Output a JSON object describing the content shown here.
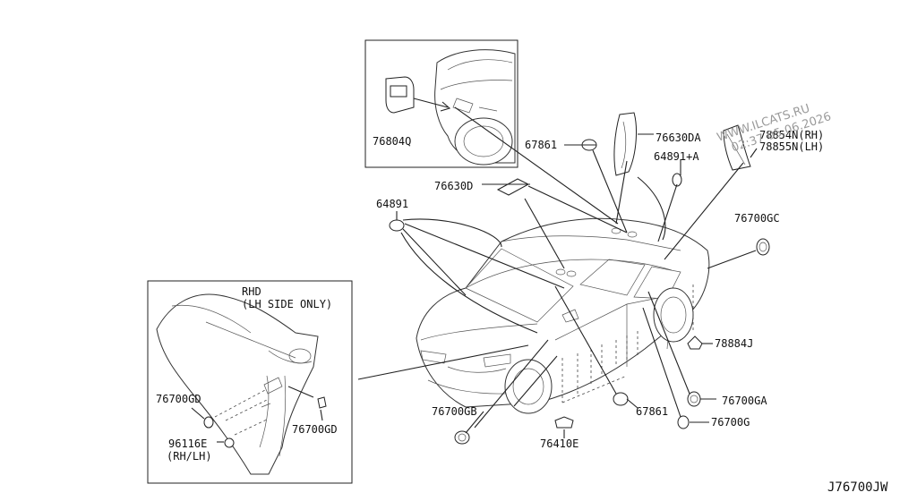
{
  "watermark": {
    "line1": "WWW.ILCATS.RU",
    "line2": "02:37 05.06.2026"
  },
  "inset_box": {
    "title_line1": "RHD",
    "title_line2": "(LH SIDE ONLY)"
  },
  "callouts": {
    "p76804Q": "76804Q",
    "p67861_top": "67861",
    "p76630DA": "76630DA",
    "p64891A": "64891+A",
    "p78854N": "78854N(RH)",
    "p78855N": "78855N(LH)",
    "p76630D": "76630D",
    "p64891": "64891",
    "p76700GC": "76700GC",
    "p78884J": "78884J",
    "p76700GA": "76700GA",
    "p76700G": "76700G",
    "p67861_bot": "67861",
    "p76700GB": "76700GB",
    "p76410E": "76410E",
    "p76700GD_left": "76700GD",
    "p76700GD_right": "76700GD",
    "p96116E": "96116E",
    "p96116E_sub": "(RH/LH)"
  },
  "diagram_code": "J76700JW"
}
